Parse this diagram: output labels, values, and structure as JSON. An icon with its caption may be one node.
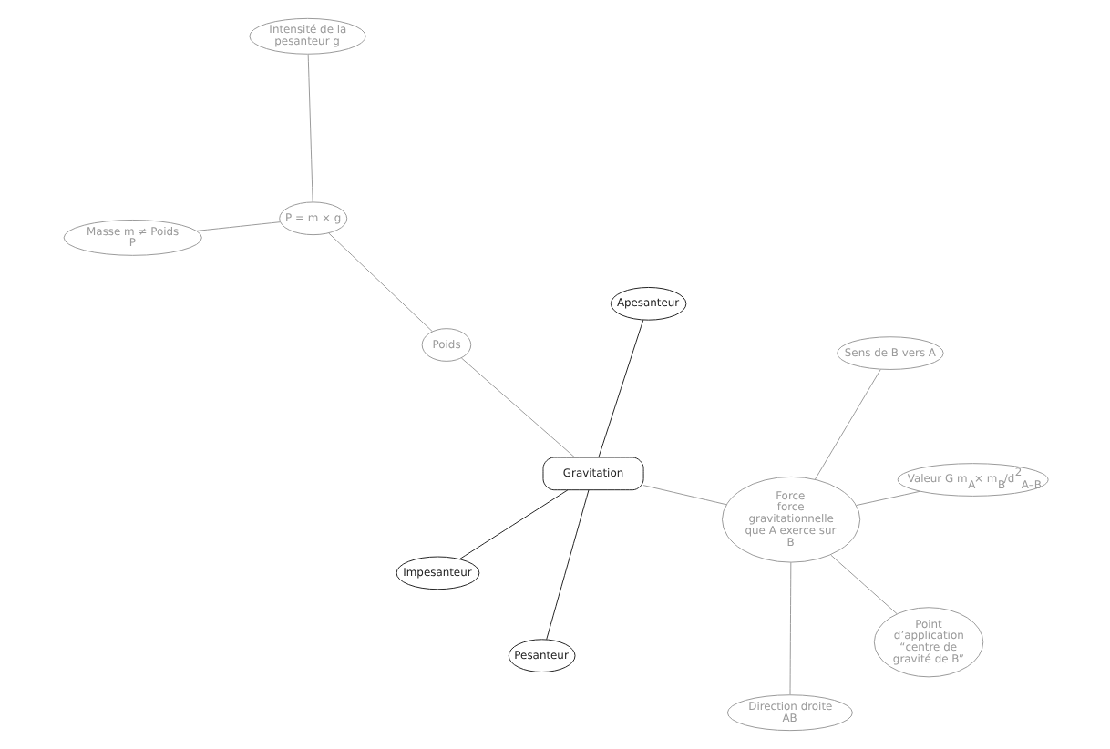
{
  "diagram": {
    "nodes": [
      {
        "text": [
          "Impesanteur"
        ]
      },
      {
        "text": [
          "Apesanteur"
        ]
      },
      {
        "text": [
          "Pesanteur"
        ]
      },
      {
        "text": [
          "Masse m ≠ Poids P"
        ]
      },
      {
        "text": [
          "Intensité de la pesanteur g"
        ]
      },
      {
        "text": [
          "Gravitation"
        ]
      },
      {
        "text": [
          "P = m × g"
        ]
      },
      {
        "text": [
          "Point d’application “centre de gravité de B”"
        ]
      },
      {
        "text": [
          "Force",
          "force gravitationnelle que A exerce sur B"
        ]
      },
      {
        "text": [
          "Poids"
        ]
      },
      {
        "text": [
          "Direction droite AB"
        ]
      },
      {
        "text": [
          "Sens de B vers A"
        ]
      },
      {
        "text": [
          "Valeur G m$_{A}$× m$_{B}$/d$^{2}$$_{A–B}$"
        ]
      }
    ],
    "edges": [
      {
        "from": 5,
        "to": 0,
        "arrow": "none",
        "color": "#222222"
      },
      {
        "from": 5,
        "to": 1,
        "arrow": "none",
        "color": "#222222"
      },
      {
        "from": 5,
        "to": 2,
        "arrow": "none",
        "color": "#222222"
      },
      {
        "from": 5,
        "to": 8,
        "arrow": "none"
      },
      {
        "from": 5,
        "to": 9,
        "arrow": "none"
      },
      {
        "from": 9,
        "to": 6,
        "arrow": "none"
      },
      {
        "from": 6,
        "to": 3,
        "arrow": "none"
      },
      {
        "from": 6,
        "to": 4,
        "arrow": "none"
      },
      {
        "from": 8,
        "to": 7,
        "arrow": "none"
      },
      {
        "from": 8,
        "to": 10,
        "arrow": "none"
      },
      {
        "from": 8,
        "to": 11,
        "arrow": "none"
      },
      {
        "from": 8,
        "to": 12,
        "arrow": "none"
      }
    ]
  }
}
